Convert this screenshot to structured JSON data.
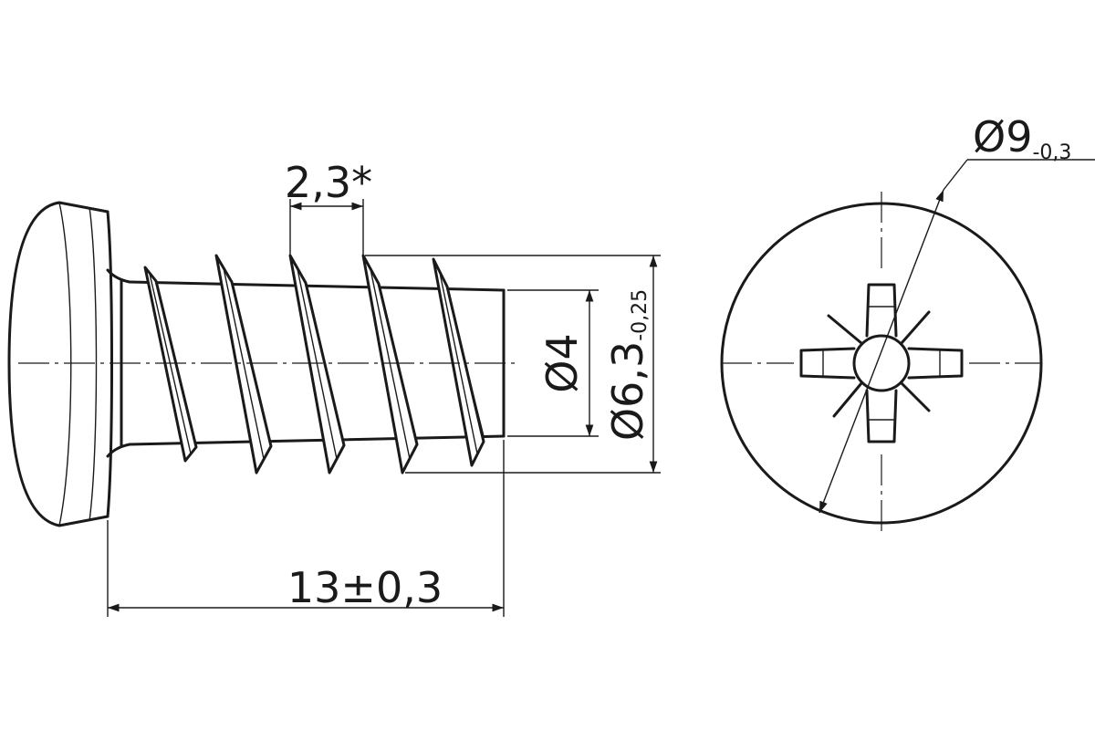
{
  "drawing": {
    "dim_pitch": "2,3*",
    "dim_core_diameter": "Ø4",
    "dim_outer_diameter_main": "Ø6,3",
    "dim_outer_diameter_tol": "-0,25",
    "dim_length": "13±0,3",
    "dim_head_diameter_main": "Ø9",
    "dim_head_diameter_tol": "-0,3"
  },
  "colors": {
    "line": "#1a1a1a",
    "background": "#ffffff"
  }
}
